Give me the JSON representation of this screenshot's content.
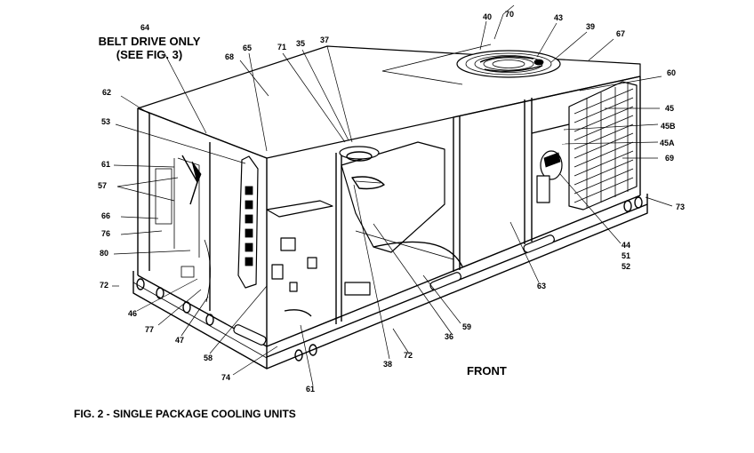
{
  "figure": {
    "caption": "FIG. 2 - SINGLE PACKAGE COOLING UNITS",
    "note_line1": "BELT DRIVE ONLY",
    "note_line2": "(SEE FIG. 3)",
    "front_label": "FRONT"
  },
  "callouts": {
    "c64": "64",
    "c68": "68",
    "c65": "65",
    "c71": "71",
    "c35": "35",
    "c37": "37",
    "c40": "40",
    "c70": "70",
    "c43": "43",
    "c39": "39",
    "c67": "67",
    "c60": "60",
    "c62": "62",
    "c53": "53",
    "c61a": "61",
    "c57": "57",
    "c66": "66",
    "c76": "76",
    "c80": "80",
    "c72a": "72",
    "c46": "46",
    "c77": "77",
    "c47": "47",
    "c58": "58",
    "c74": "74",
    "c61b": "61",
    "c38": "38",
    "c72b": "72",
    "c36": "36",
    "c59": "59",
    "c63": "63",
    "c45": "45",
    "c45b": "45B",
    "c45a": "45A",
    "c69": "69",
    "c73": "73",
    "c44": "44",
    "c51": "51",
    "c52": "52"
  }
}
